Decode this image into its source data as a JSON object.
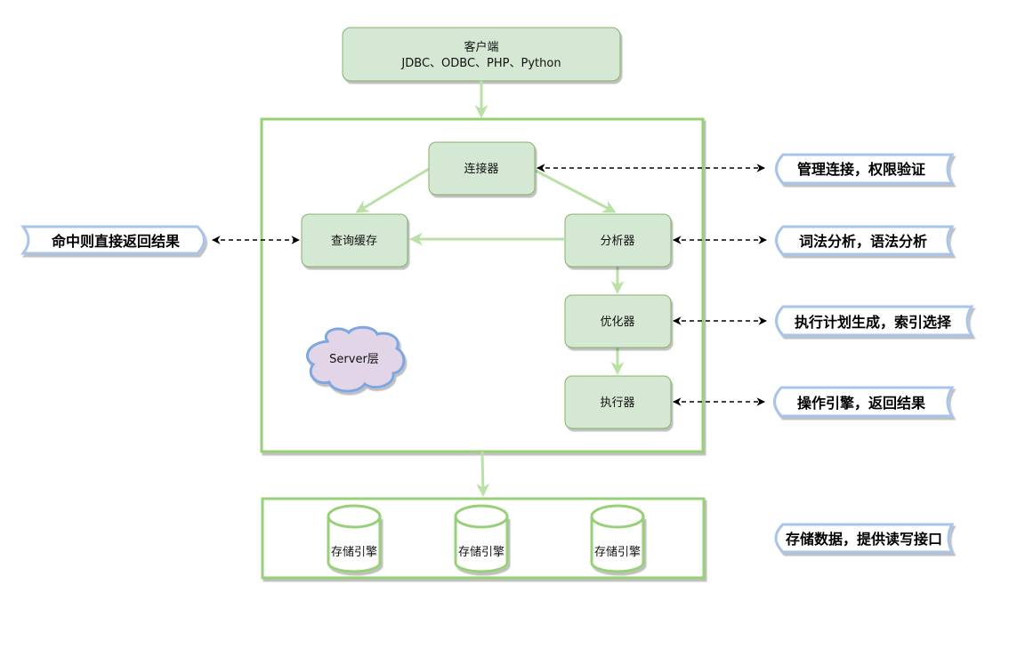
{
  "client": {
    "title": "客户端",
    "subtitle": "JDBC、ODBC、PHP、Python"
  },
  "server": {
    "label": "Server层",
    "components": {
      "connector": "连接器",
      "query_cache": "查询缓存",
      "analyzer": "分析器",
      "optimizer": "优化器",
      "executor": "执行器"
    }
  },
  "storage": {
    "engines": [
      "存储引擎",
      "存储引擎",
      "存储引擎"
    ]
  },
  "notes": {
    "connector": "管理连接，权限验证",
    "query_cache": "命中则直接返回结果",
    "analyzer": "词法分析，语法分析",
    "optimizer": "执行计划生成，索引选择",
    "executor": "操作引擎，返回结果",
    "storage": "存储数据，提供读写接口"
  },
  "colors": {
    "node_fill": "#d5e8d4",
    "node_stroke": "#82b366",
    "arrow_green": "#b9e0a5",
    "frame_green": "#97d077",
    "note_stroke": "#a9c4eb",
    "cloud_fill": "#e1d5e7",
    "cloud_stroke": "#7ea6e0"
  }
}
